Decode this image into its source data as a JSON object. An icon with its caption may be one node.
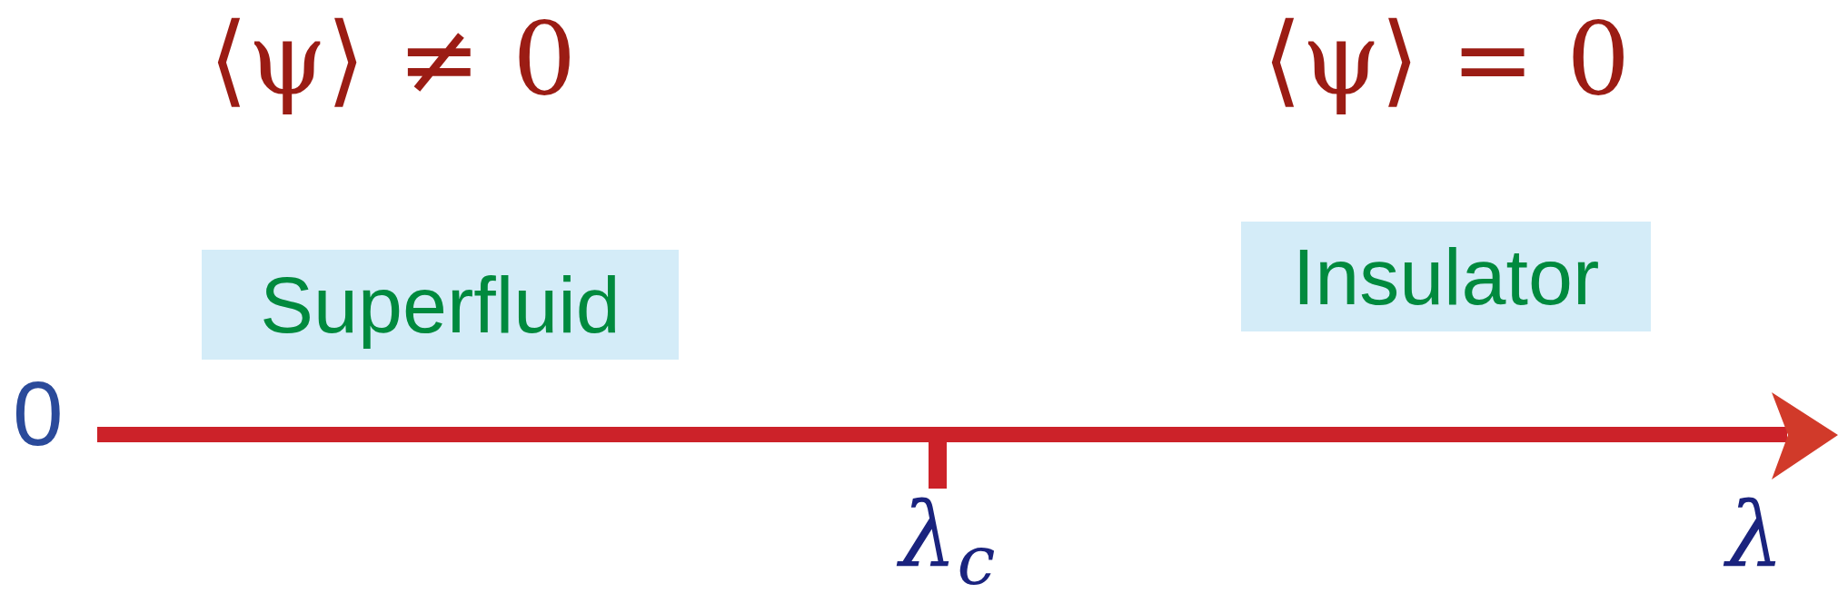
{
  "diagram": {
    "nodes": [
      {
        "text": [
          "Superfluid"
        ]
      },
      {
        "text": [
          "Insulator"
        ]
      }
    ],
    "labels": [
      "⟨ψ⟩ ≠ 0",
      "⟨ψ⟩ = 0",
      "0",
      "λ$_{c}$",
      "λ"
    ]
  }
}
